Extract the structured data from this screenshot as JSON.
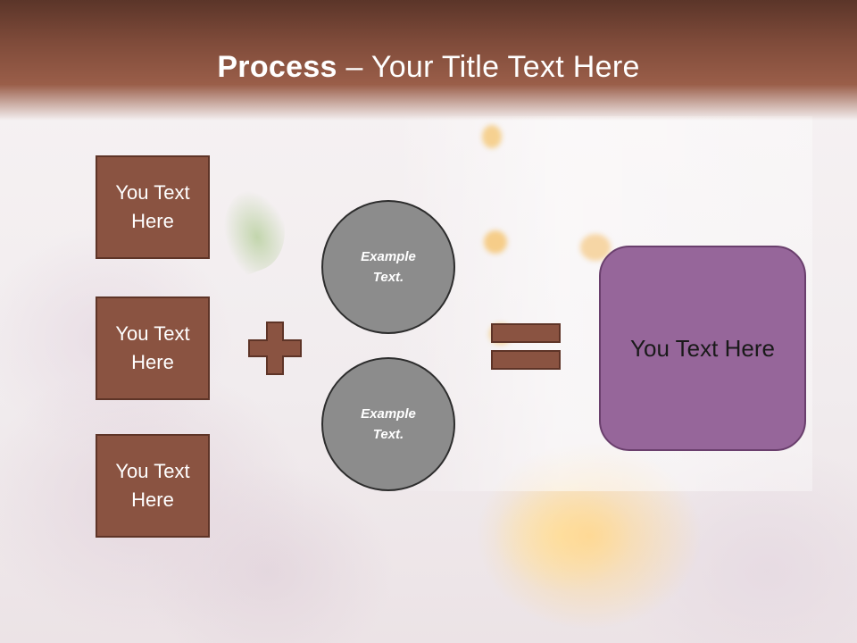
{
  "slide": {
    "title_bold": "Process",
    "title_rest": " – Your Title Text Here",
    "left_boxes": [
      {
        "line1": "You Text",
        "line2": "Here"
      },
      {
        "line1": "You Text",
        "line2": "Here"
      },
      {
        "line1": "You Text",
        "line2": "Here"
      }
    ],
    "circles": [
      {
        "line1": "Example",
        "line2": "Text."
      },
      {
        "line1": "Example",
        "line2": "Text."
      }
    ],
    "result_text": "You Text Here"
  },
  "colors": {
    "header": "#7f4b3a",
    "box_fill": "#8a5341",
    "circle_fill": "#8c8c8c",
    "result_fill": "#96669a"
  },
  "icons": {
    "operator_1": "plus-icon",
    "operator_2": "equals-icon"
  }
}
